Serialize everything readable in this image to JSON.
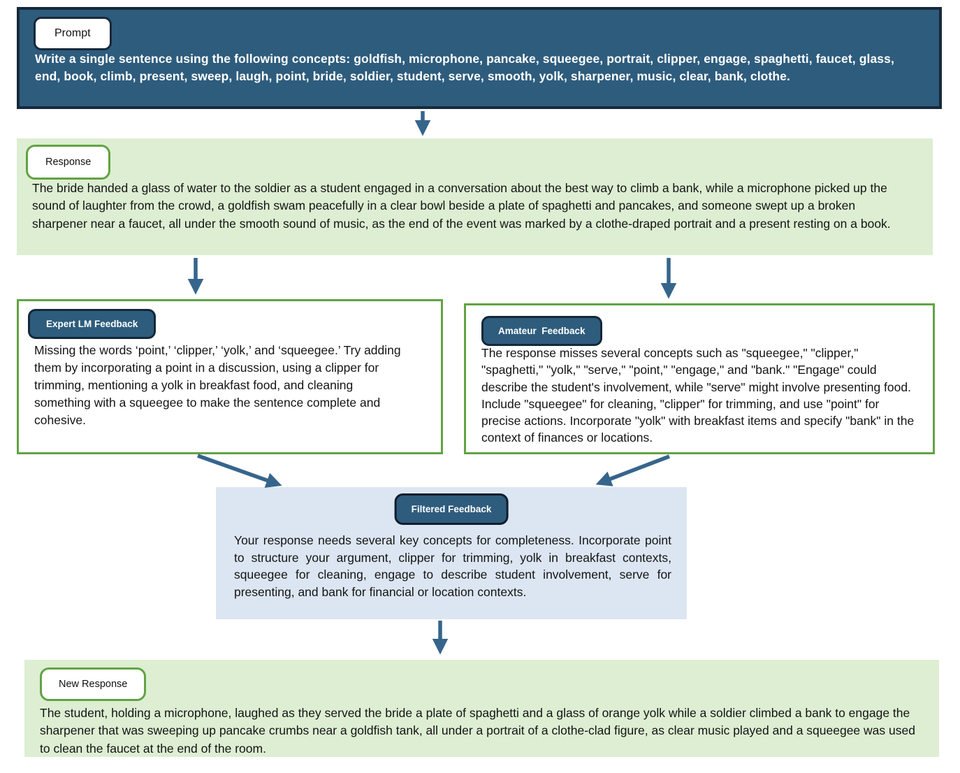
{
  "diagram": {
    "description": "LM feedback pipeline flow diagram",
    "colors": {
      "prompt_fill": "#2e5c7d",
      "dark_border": "#17293a",
      "green_fill": "#ddeed2",
      "green_border": "#62a344",
      "blue_fill": "#dce6f2",
      "arrow": "#36658c",
      "white": "#ffffff"
    },
    "nodes": {
      "prompt": {
        "label": "Prompt",
        "text": "Write a single sentence using the following concepts: goldfish, microphone, pancake, squeegee, portrait, clipper, engage, spaghetti, faucet, glass, end, book, climb, present, sweep, laugh, point, bride, soldier, student, serve, smooth, yolk, sharpener, music, clear, bank, clothe."
      },
      "response": {
        "label": "Response",
        "text": "The bride handed a glass of water to the soldier as a student engaged in a conversation about the best way to climb a bank, while a microphone picked up the sound of laughter from the crowd, a goldfish swam peacefully in a clear bowl beside a plate of spaghetti and pancakes, and someone swept up a broken sharpener near a faucet, all under the smooth sound of music, as the end of the event was marked by a clothe-draped portrait and a present resting on a book."
      },
      "expert_feedback": {
        "label": "Expert LM Feedback",
        "text": "Missing the words ‘point,’ ‘clipper,’ ‘yolk,’ and ‘squeegee.’ Try adding them by incorporating a point in a discussion, using a clipper for trimming, mentioning a yolk in breakfast food, and cleaning something with a squeegee to make the sentence complete and cohesive."
      },
      "amateur_feedback": {
        "label": "Amateur  Feedback",
        "text": "The response misses several concepts such as \"squeegee,\" \"clipper,\" \"spaghetti,\" \"yolk,\" \"serve,\" \"point,\" \"engage,\" and \"bank.\" \"Engage\" could describe the student's involvement, while \"serve\" might involve presenting food. Include \"squeegee\" for cleaning, \"clipper\" for trimming, and use \"point\" for precise actions. Incorporate \"yolk\" with breakfast items and specify \"bank\" in the context of finances or locations."
      },
      "filtered_feedback": {
        "label": "Filtered Feedback",
        "text": "Your response needs several key concepts for completeness. Incorporate point to structure your argument, clipper for trimming, yolk in breakfast contexts, squeegee for cleaning, engage to describe student involvement, serve for presenting, and bank for financial or location contexts."
      },
      "new_response": {
        "label": "New Response",
        "text": "The student, holding a microphone, laughed as they served the bride a plate of spaghetti and a glass of orange yolk while a soldier climbed a bank to engage the sharpener that was sweeping up pancake crumbs near a goldfish tank, all under a portrait of a clothe-clad figure, as clear music played and a squeegee was used to clean the faucet at the end of the room."
      }
    },
    "edges": [
      "prompt → response",
      "response → expert_feedback",
      "response → amateur_feedback",
      "expert_feedback → filtered_feedback",
      "amateur_feedback → filtered_feedback",
      "filtered_feedback → new_response"
    ]
  }
}
